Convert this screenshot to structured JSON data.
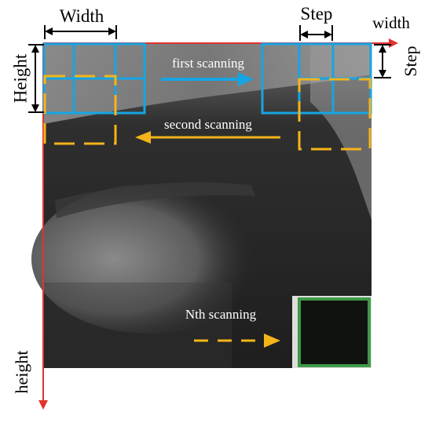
{
  "labels": {
    "width_top": "Width",
    "step_top": "Step",
    "width_axis": "width",
    "height_left": "Height",
    "step_right": "Step",
    "height_axis": "height",
    "first_scan": "first scanning",
    "second_scan": "second scanning",
    "nth_scan": "Nth scanning"
  },
  "colors": {
    "window_blue": "#16a5e3",
    "window_orange": "#f5b41a",
    "window_green": "#3f9a48",
    "axis_red": "#e0332f",
    "arrow_blue": "#16a5e3",
    "arrow_orange": "#f5b41a",
    "label_white": "#ffffff",
    "label_black": "#000000"
  }
}
